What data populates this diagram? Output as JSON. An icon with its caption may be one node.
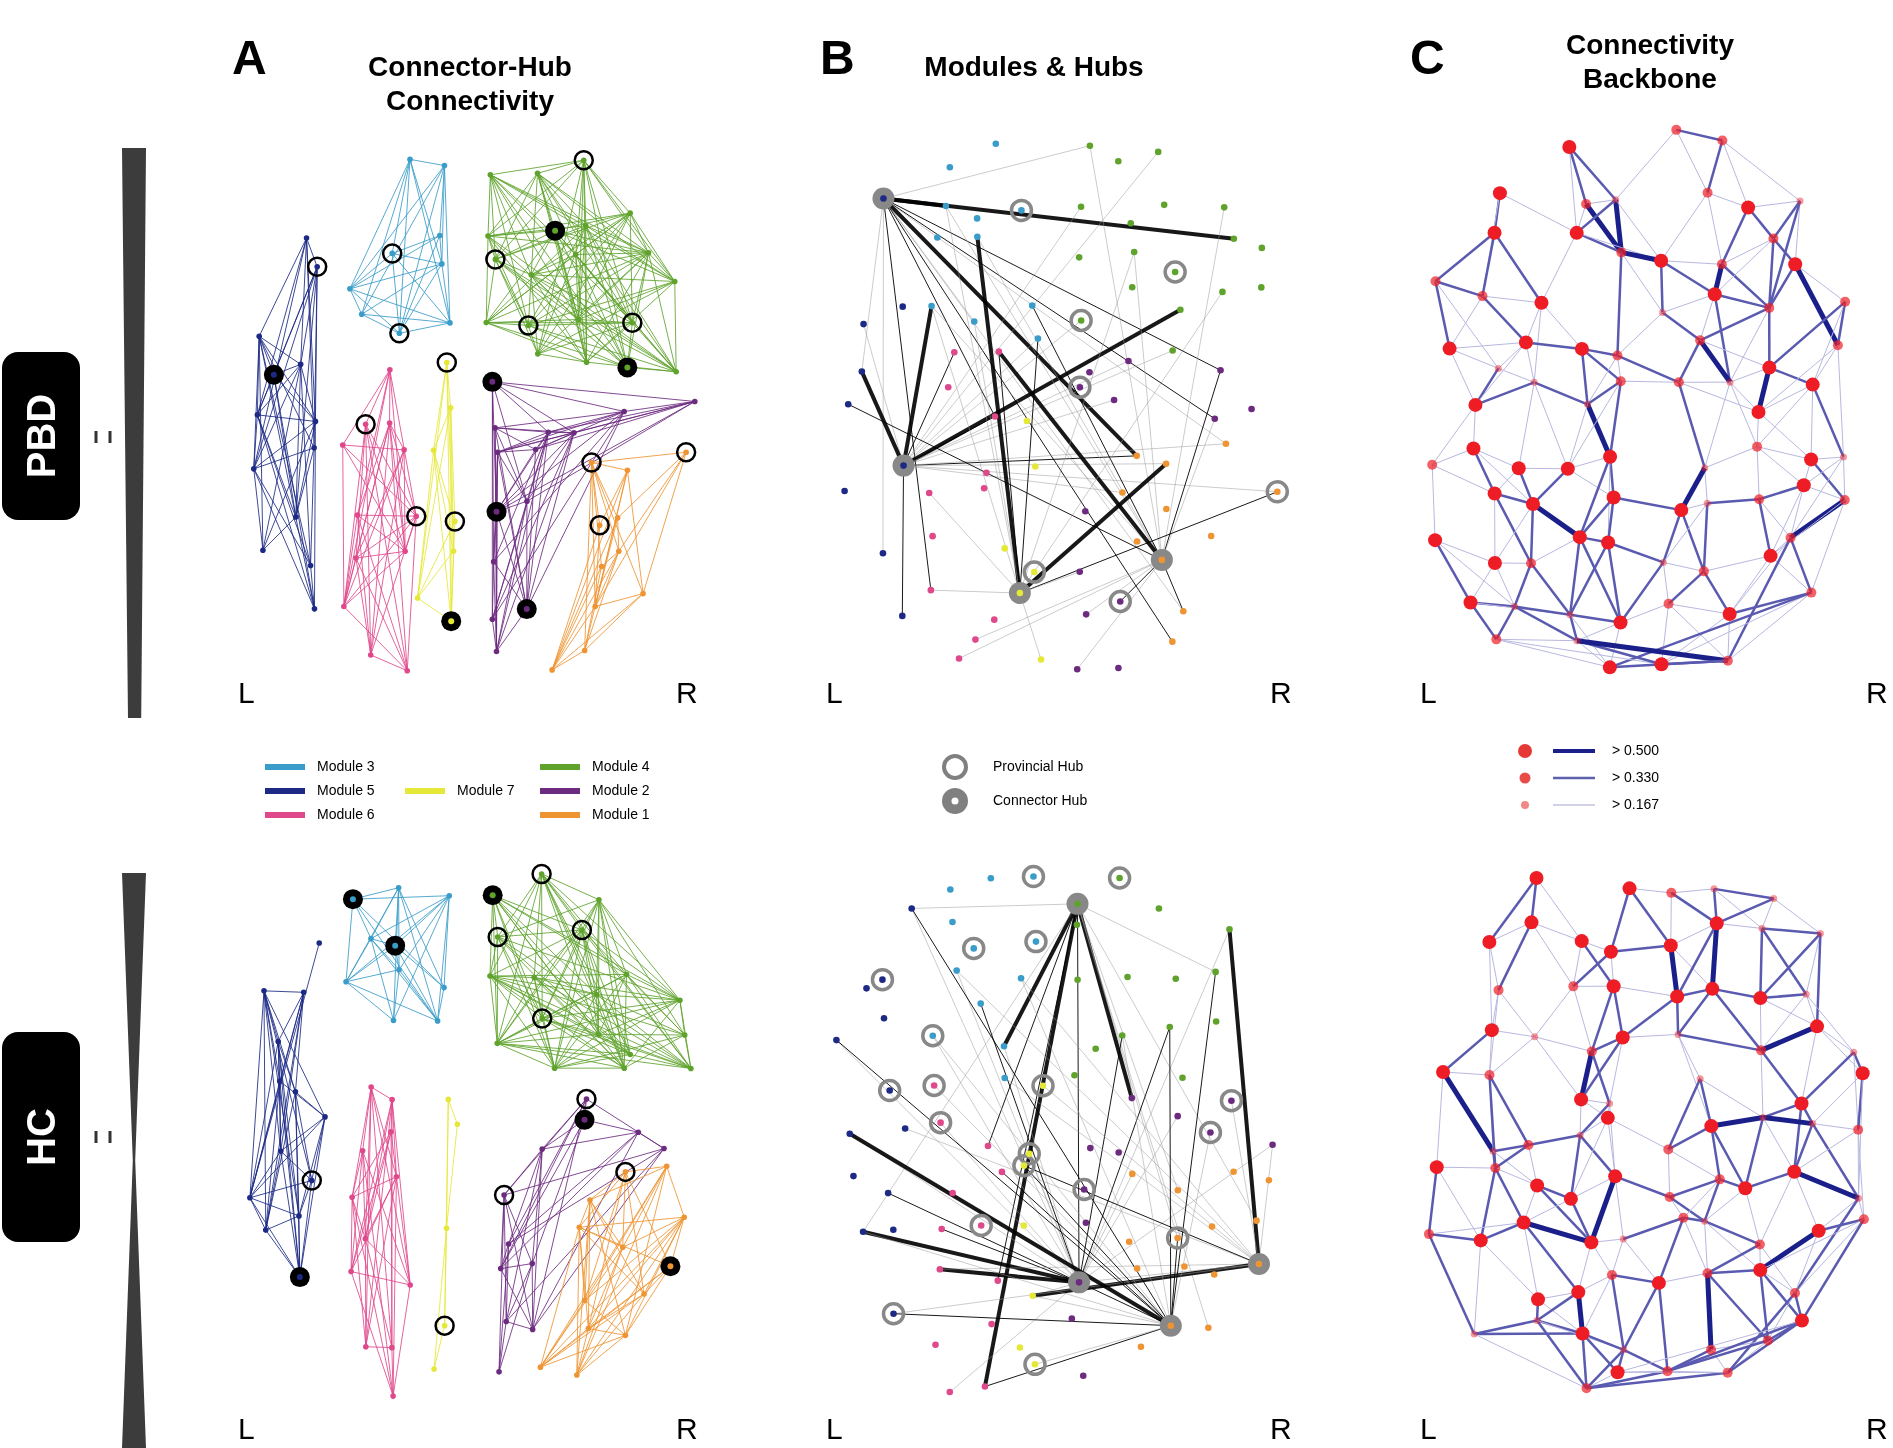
{
  "diagram": {
    "nodes": [
      {
        "text": [
          "PBD"
        ]
      },
      {
        "text": [],
        "shape": "bar"
      },
      {
        "text": [
          "HC"
        ]
      },
      {
        "text": [],
        "shape": "bar"
      }
    ],
    "labels": [
      "A",
      "Connector-Hub Connectivity",
      "B",
      "Modules & Hubs",
      "C",
      "Connectivity Backbone",
      "L",
      "R",
      "L",
      "R",
      "L",
      "R",
      "L",
      "R",
      "L",
      "R",
      "L",
      "R"
    ],
    "legend": [
      {
        "text": "Module 3",
        "color": "#3a9cc9"
      },
      {
        "text": "Module 5",
        "color": "#1c2a85"
      },
      {
        "text": "Module 6",
        "color": "#e0488c"
      },
      {
        "text": "Module 7",
        "color": "#e6e838"
      },
      {
        "text": "Module 4",
        "color": "#5fa32d"
      },
      {
        "text": "Module 2",
        "color": "#6d2b80"
      },
      {
        "text": "Module 1",
        "color": "#ef9432"
      },
      {
        "text": "Provincial Hub"
      },
      {
        "text": "Connector Hub"
      },
      {
        "text": "> 0.500"
      },
      {
        "text": "> 0.330"
      },
      {
        "text": "> 0.167"
      }
    ]
  }
}
